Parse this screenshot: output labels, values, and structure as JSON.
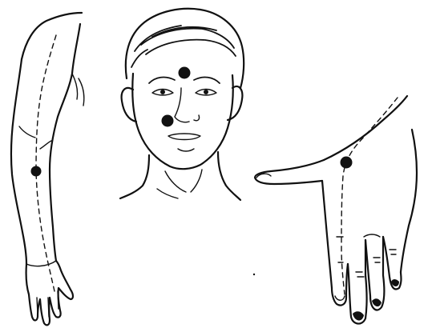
{
  "figure": {
    "background": "#ffffff",
    "ink_color": "#111111",
    "panels": [
      {
        "name": "arm",
        "point_count": 1
      },
      {
        "name": "face",
        "point_count": 2
      },
      {
        "name": "hand",
        "point_count": 1
      }
    ]
  }
}
